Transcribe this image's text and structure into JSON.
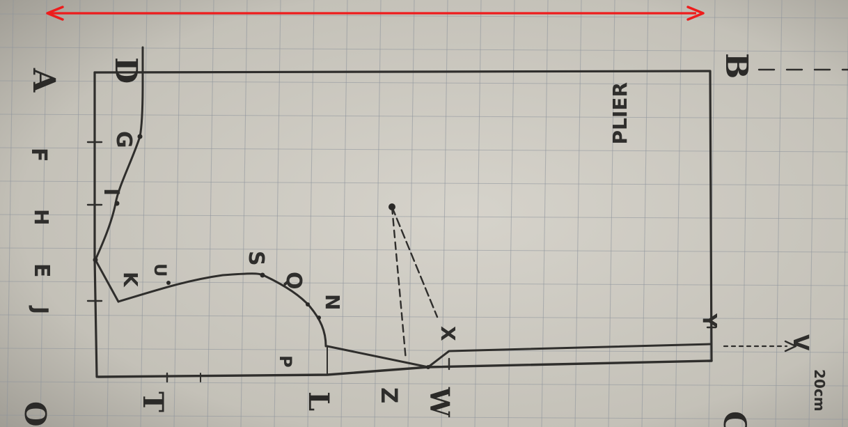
{
  "photo": {
    "paper_color": "#c9c6bd",
    "grid_color": "#8e949c",
    "pencil_color": "#2f2e2c",
    "arrow_color": "#ee1c1c"
  },
  "labels": {
    "A": "A",
    "B": "B",
    "C": "C",
    "O": "O",
    "D": "D",
    "F": "F",
    "H": "H",
    "E": "E",
    "J": "J",
    "I": "I",
    "G": "G",
    "K": "K",
    "U": "U",
    "S": "S",
    "Q": "Q",
    "N": "N",
    "P": "P",
    "T": "T",
    "L": "L",
    "Z": "Z",
    "W": "W",
    "X": "X",
    "Y": "Y",
    "V": "V",
    "pliur": "PLIER",
    "measure": "20cm"
  }
}
